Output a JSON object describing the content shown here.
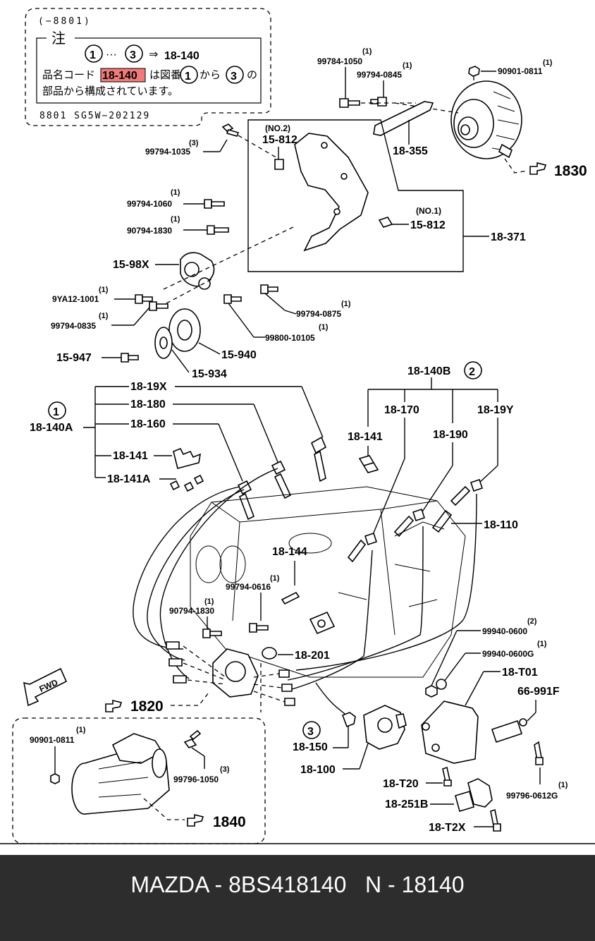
{
  "note": {
    "header": "(−8801)",
    "title": "注",
    "circle1": "1",
    "dots": "···",
    "circle3": "3",
    "arrow": "⇒",
    "ref": "18-140",
    "text1": "品名コード",
    "code": "18-140",
    "text2": "は図番",
    "text3": "から",
    "text4": "の",
    "text5": "部品から構成されています。",
    "footer": "8801  SG5W−202129"
  },
  "labels": {
    "p99784_1050": "99784-1050",
    "q99784_1050": "(1)",
    "p99794_0845": "99794-0845",
    "q99794_0845": "(1)",
    "p90901_0811a": "90901-0811",
    "q90901_0811a": "(1)",
    "no2": "(NO.2)",
    "p15_812a": "15-812",
    "p99794_1035": "99794-1035",
    "q99794_1035": "(3)",
    "p18_355": "18-355",
    "ref1830": "1830",
    "p99794_1060": "99794-1060",
    "q99794_1060": "(1)",
    "no1": "(NO.1)",
    "p15_812b": "15-812",
    "p90794_1830a": "90794-1830",
    "q90794_1830a": "(1)",
    "p18_371": "18-371",
    "p15_98X": "15-98X",
    "p9YA12_1001": "9YA12-1001",
    "q9YA12_1001": "(1)",
    "p99794_0875": "99794-0875",
    "q99794_0875": "(1)",
    "p99794_0835": "99794-0835",
    "q99794_0835": "(1)",
    "p99800_10105": "99800-10105",
    "q99800_10105": "(1)",
    "p15_940": "15-940",
    "p15_947": "15-947",
    "p15_934": "15-934",
    "p18_140B": "18-140B",
    "c2": "2",
    "p18_19X": "18-19X",
    "c1": "1",
    "p18_180": "18-180",
    "p18_170": "18-170",
    "p18_19Y": "18-19Y",
    "p18_140A": "18-140A",
    "p18_160": "18-160",
    "p18_141a": "18-141",
    "p18_190": "18-190",
    "p18_141b": "18-141",
    "p18_141A": "18-141A",
    "p18_110": "18-110",
    "p18_144": "18-144",
    "p99794_0616": "99794-0616",
    "q99794_0616": "(1)",
    "p90794_1830b": "90794-1830",
    "q90794_1830b": "(1)",
    "p99940_0600": "99940-0600",
    "q99940_0600": "(2)",
    "p18_201": "18-201",
    "p99940_0600G": "99940-0600G",
    "q99940_0600G": "(1)",
    "fwd": "FWD",
    "p18_T01": "18-T01",
    "p66_991F": "66-991F",
    "ref1820": "1820",
    "c3": "3",
    "p18_150": "18-150",
    "p90901_0811b": "90901-0811",
    "q90901_0811b": "(1)",
    "p18_100": "18-100",
    "p99796_1050": "99796-1050",
    "q99796_1050": "(3)",
    "p18_T20": "18-T20",
    "p18_251B": "18-251B",
    "p99796_0612G": "99796-0612G",
    "q99796_0612G": "(1)",
    "p18_T2X": "18-T2X",
    "ref1840": "1840"
  },
  "footer": {
    "text": "MAZDA - 8BS418140   N - 18140"
  },
  "colors": {
    "highlight": "#f07a7a",
    "footer_bg": "#2d2d2d"
  }
}
